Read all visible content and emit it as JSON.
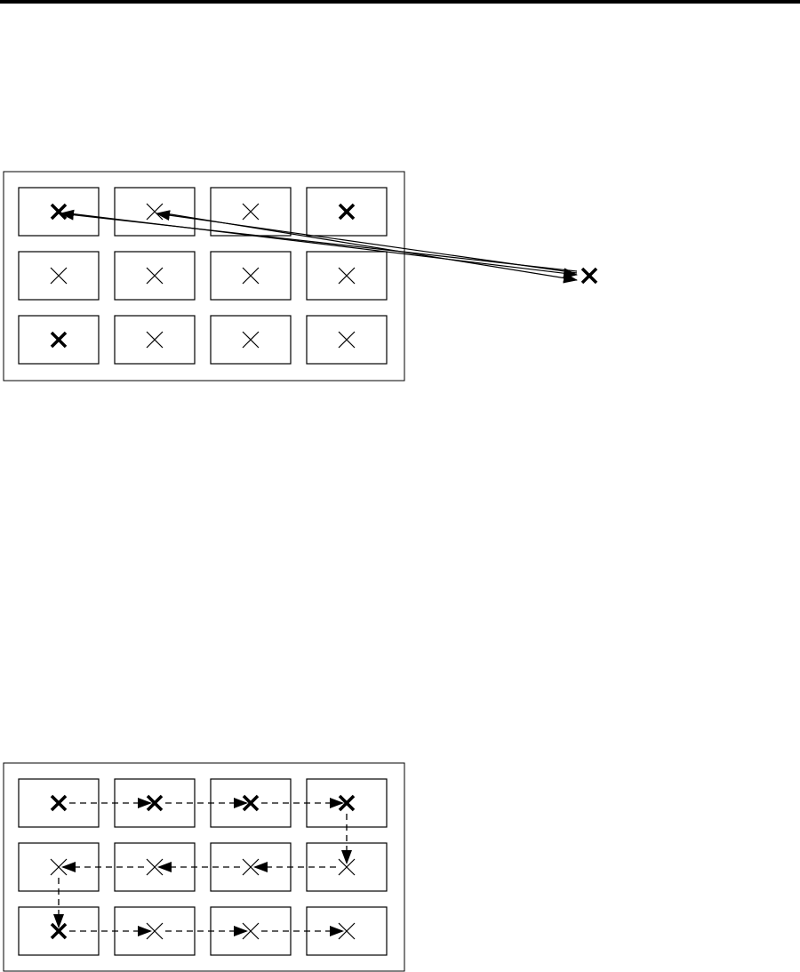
{
  "colors": {
    "stroke": "#000000",
    "background": "#ffffff"
  },
  "diagram_top": {
    "grid": {
      "rows": 3,
      "cols": 4
    },
    "bold_marks": [
      [
        0,
        0
      ],
      [
        0,
        3
      ],
      [
        2,
        0
      ]
    ],
    "external_marker": {
      "style": "bold",
      "side": "right"
    },
    "arrows": [
      {
        "from": "external",
        "to": [
          0,
          0
        ],
        "style": "solid"
      },
      {
        "from": "external",
        "to": [
          0,
          1
        ],
        "style": "solid"
      }
    ]
  },
  "diagram_bottom": {
    "grid": {
      "rows": 3,
      "cols": 4
    },
    "bold_marks": [
      [
        0,
        0
      ],
      [
        0,
        1
      ],
      [
        0,
        2
      ],
      [
        0,
        3
      ],
      [
        2,
        0
      ]
    ],
    "path_style": "dashed",
    "path_order": [
      [
        0,
        0
      ],
      [
        0,
        1
      ],
      [
        0,
        2
      ],
      [
        0,
        3
      ],
      [
        1,
        3
      ],
      [
        1,
        2
      ],
      [
        1,
        1
      ],
      [
        1,
        0
      ],
      [
        2,
        0
      ],
      [
        2,
        1
      ],
      [
        2,
        2
      ],
      [
        2,
        3
      ]
    ]
  }
}
